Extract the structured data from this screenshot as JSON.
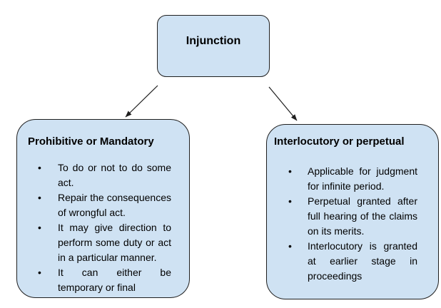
{
  "root_box": {
    "title": "Injunction"
  },
  "left_box": {
    "title": "Prohibitive or Mandatory",
    "bullets": [
      "To do or not to do some act.",
      "Repair the consequences of wrongful act.",
      "It may give direction to perform some duty or act in a particular manner.",
      "It can either be temporary or final"
    ]
  },
  "right_box": {
    "title": "Interlocutory or perpetual",
    "bullets": [
      "Applicable for judgment for infinite period.",
      "Perpetual granted after full hearing of the claims on its merits.",
      "Interlocutory is granted at earlier stage in proceedings"
    ]
  },
  "bullet_glyph": "•",
  "colors": {
    "box_fill": "#cfe2f3",
    "box_border": "#1f1f1f",
    "arrow": "#1f1f1f",
    "text": "#000000",
    "page_background": "#ffffff"
  }
}
